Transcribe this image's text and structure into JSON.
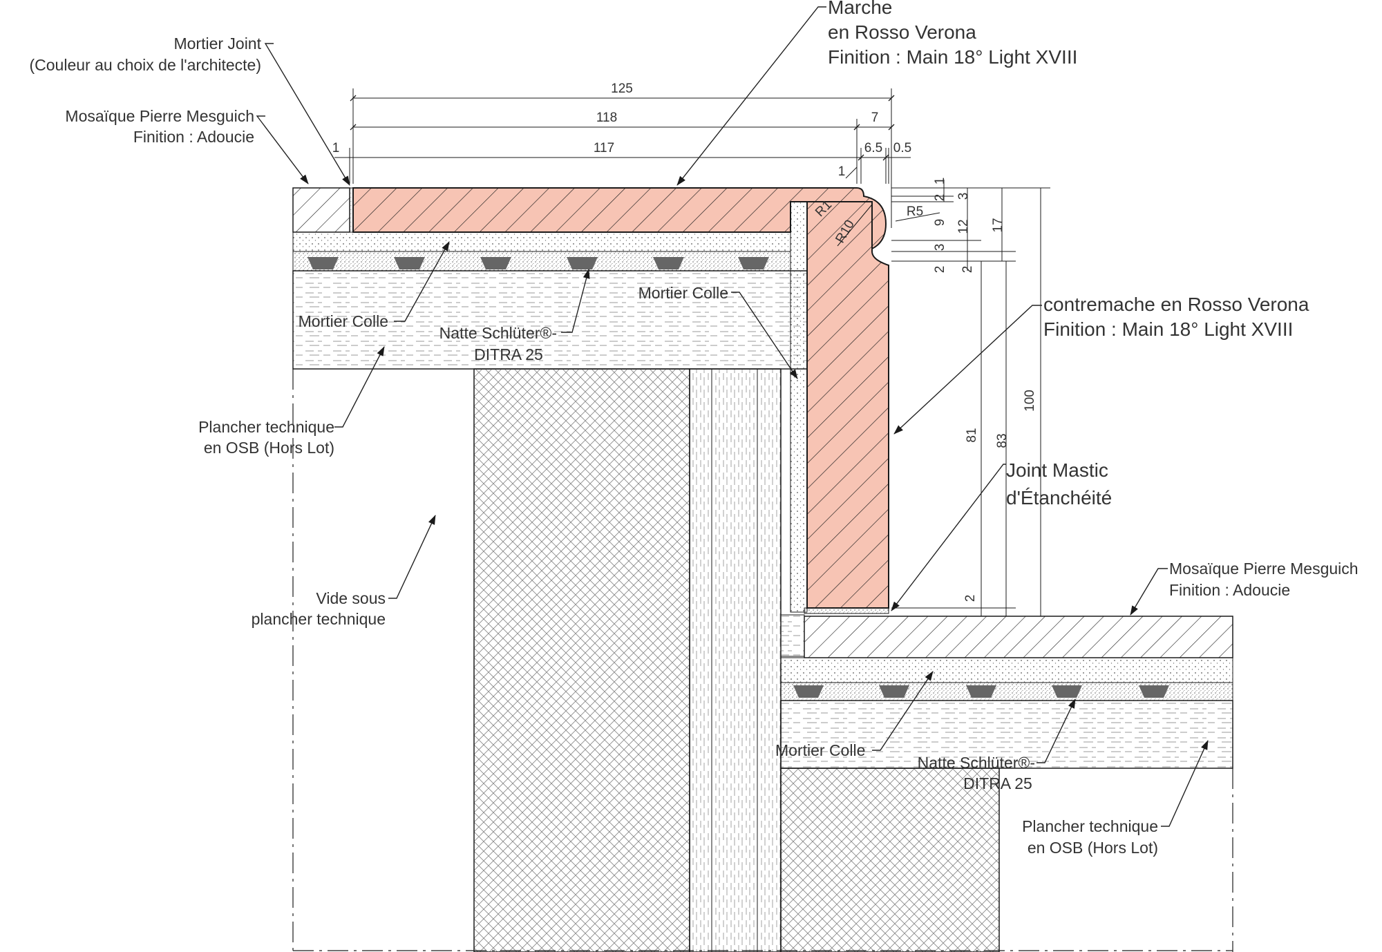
{
  "labels": {
    "marche": [
      "Marche",
      "en Rosso Verona",
      "Finition : Main 18° Light XVIII"
    ],
    "mortier_joint": [
      "Mortier Joint",
      "(Couleur au choix de l'architecte)"
    ],
    "mosaique_top": [
      "Mosaïque Pierre Mesguich",
      "Finition : Adoucie"
    ],
    "mortier_colle_top_left": "Mortier Colle",
    "natte_top": [
      "Natte Schlüter®-",
      "DITRA 25"
    ],
    "mortier_colle_top_right": "Mortier Colle",
    "plancher_top": [
      "Plancher technique",
      "en OSB (Hors Lot)"
    ],
    "vide": [
      "Vide sous",
      "plancher technique"
    ],
    "contremarche": [
      "contremache en Rosso Verona",
      "Finition : Main 18° Light XVIII"
    ],
    "joint_mastic": [
      "Joint Mastic",
      "d'Étanchéité"
    ],
    "mosaique_bottom": [
      "Mosaïque Pierre Mesguich",
      "Finition : Adoucie"
    ],
    "mortier_colle_bottom": "Mortier Colle",
    "natte_bottom": [
      "Natte Schlüter®-",
      "DITRA 25"
    ],
    "plancher_bottom": [
      "Plancher technique",
      "en OSB (Hors Lot)"
    ]
  },
  "dimensions": {
    "h125": "125",
    "h118": "118",
    "h7": "7",
    "h1_left": "1",
    "h117": "117",
    "h6_5": "6.5",
    "h0_5": "0.5",
    "h1_small": "1",
    "r1": "R1",
    "r10": "R10",
    "r5": "R5",
    "v1": "1",
    "v2a": "2",
    "v3a": "3",
    "v9": "9",
    "v12": "12",
    "v17": "17",
    "v3b": "3",
    "v2b": "2",
    "v2c": "2",
    "v81": "81",
    "v83": "83",
    "v100": "100",
    "v2d": "2"
  },
  "colors": {
    "stone": "#f7c4b4",
    "line": "#1a1a1a",
    "text": "#333333"
  }
}
